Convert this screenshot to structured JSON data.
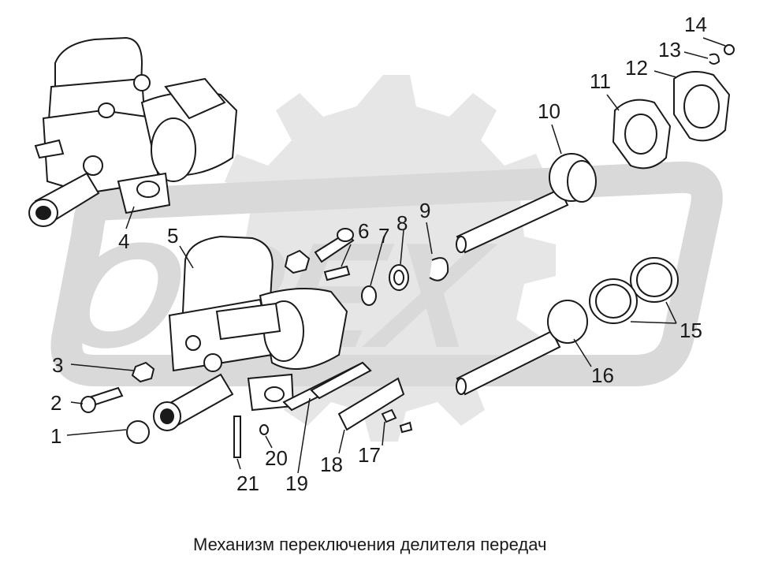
{
  "caption": "Механизм переключения делителя передач",
  "watermark": {
    "logo_text": "OPEX"
  },
  "callouts": [
    "1",
    "2",
    "3",
    "4",
    "5",
    "6",
    "7",
    "8",
    "9",
    "10",
    "11",
    "12",
    "13",
    "14",
    "15",
    "16",
    "17",
    "18",
    "19",
    "20",
    "21"
  ],
  "colors": {
    "ink": "#1a1a1a",
    "watermark": "#d9d9d9",
    "background": "#ffffff"
  }
}
